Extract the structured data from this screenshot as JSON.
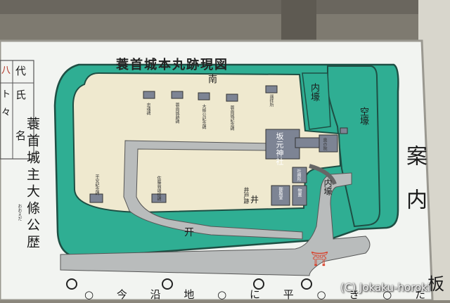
{
  "sign": {
    "title": "蓑首城本丸跡現図",
    "right_heading": "案内",
    "right_char_bottom": "板",
    "left_column": "蓑首城主大條公歴",
    "ruby": "おおえだ",
    "left_top_chars": [
      "代",
      "氏",
      "名"
    ],
    "left_edge_chars": [
      "八",
      "ト",
      "々"
    ]
  },
  "map_labels": {
    "south": "南",
    "inner_moat_top": "内壕",
    "dry_moat": "空壕",
    "inner_moat_bottom": "内壕",
    "shrine": "坂元神社",
    "well": "井戸跡",
    "well_mark": "井",
    "gate_mark": "开",
    "torii_mark": "⛩",
    "honden_box": "奥の院",
    "building_a": "御殿堂",
    "building_b": "物置",
    "building_c": "社務所",
    "monuments": [
      "忠魂碑",
      "蓑首城跡碑",
      "大條公記念碑",
      "蓑首城記念碑",
      "遥拝所",
      "平安紀念碑",
      "佐藤翁頌徳碑"
    ]
  },
  "bottom_row_text": "○ 今 沿 地 ○ に 平 ○ き ○ た",
  "watermark": "(C) Jokaku-horoki",
  "colors": {
    "moat": "#2fae93",
    "moat_edge": "#1e4f44",
    "land": "#efe9cf",
    "path": "#b9bcbc",
    "building": "#7d8494",
    "board": "#f2f4f1"
  }
}
